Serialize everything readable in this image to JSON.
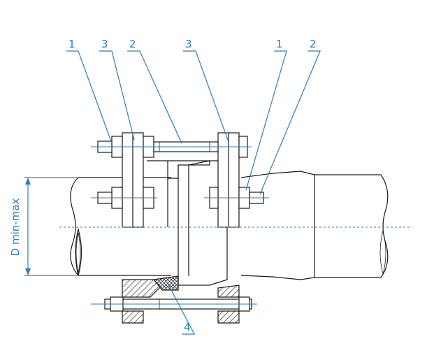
{
  "labels": {
    "top": [
      "1",
      "3",
      "2",
      "3",
      "1",
      "2"
    ],
    "bottom": "4",
    "dimension": "D min-max"
  },
  "colors": {
    "annotation": "#2a7fb8",
    "outline": "#1a1a1a",
    "hatch": "#555555"
  }
}
